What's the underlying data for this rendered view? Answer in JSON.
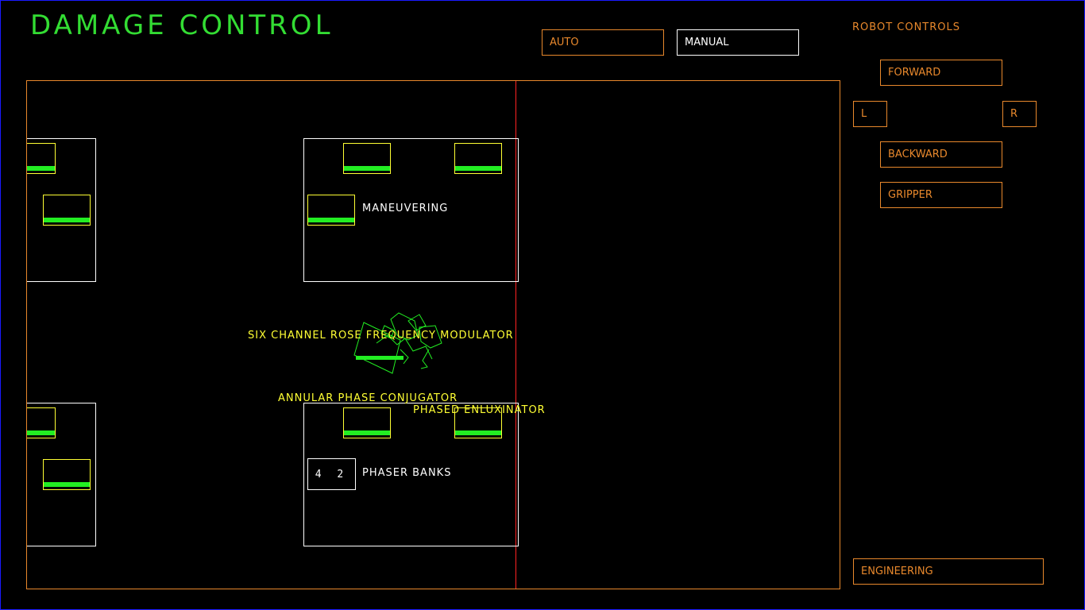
{
  "title": "DAMAGE CONTROL",
  "mode": {
    "auto": "AUTO",
    "manual": "MANUAL"
  },
  "robot_controls": {
    "heading": "ROBOT CONTROLS",
    "forward": "FORWARD",
    "left": "L",
    "right": "R",
    "backward": "BACKWARD",
    "gripper": "GRIPPER"
  },
  "engineering": "ENGINEERING",
  "rooms": {
    "maneuvering": "MANEUVERING",
    "phaser_banks": "PHASER BANKS",
    "phaser_count": "4 2"
  },
  "labels": {
    "rose_modulator": "SIX CHANNEL ROSE FREQUENCY MODULATOR",
    "phase_conjugator": "ANNULAR PHASE CONJUGATOR",
    "enluxinator": "PHASED ENLUXINATOR"
  },
  "colors": {
    "orange": "#e8882c",
    "green": "#33dd33",
    "yellow": "#ffff33",
    "red": "#ff2222",
    "border": "#1a1aff"
  }
}
